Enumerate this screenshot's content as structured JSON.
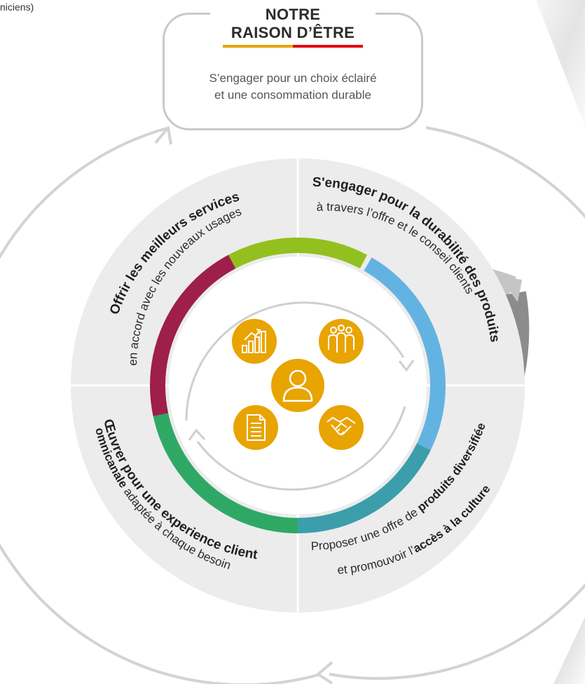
{
  "header_fragment": "niciens)",
  "purpose": {
    "title_line1": "NOTRE",
    "title_line2": "RAISON D’ÊTRE",
    "subtitle_line1": "S’engager pour un choix éclairé",
    "subtitle_line2": "et une consommation durable"
  },
  "segments": [
    {
      "bold": "Offrir les meilleurs services",
      "rest": "en accord avec les nouveaux usages"
    },
    {
      "bold": "S'engager pour la durabilité des produits",
      "rest": "à travers l’offre et le conseil clients"
    },
    {
      "line1_pre": "Proposer une offre de ",
      "line1_bold": "produits diversifiée",
      "line2_pre": "et promouvoir l’",
      "line2_bold": "accès à la culture"
    },
    {
      "bold": "Œuvrer pour une experience client",
      "line2_bold": "omnicanale",
      "line2_rest": " adaptée à chaque besoin"
    }
  ],
  "icons": [
    "growth-chart-icon",
    "team-icon",
    "person-icon",
    "document-icon",
    "handshake-icon"
  ],
  "colors": {
    "accent_yellow": "#E8A400",
    "accent_red": "#E30613",
    "ring_green_light": "#93C01F",
    "ring_blue": "#63B3E2",
    "ring_teal": "#3B9EAA",
    "ring_green": "#2FA866",
    "ring_crimson": "#9E1F4A",
    "icon_fill": "#E8A400",
    "segment_bg": "#ECECEC",
    "outer_band_light": "#C4C4C4",
    "outer_band_dark": "#8C8C8C"
  }
}
